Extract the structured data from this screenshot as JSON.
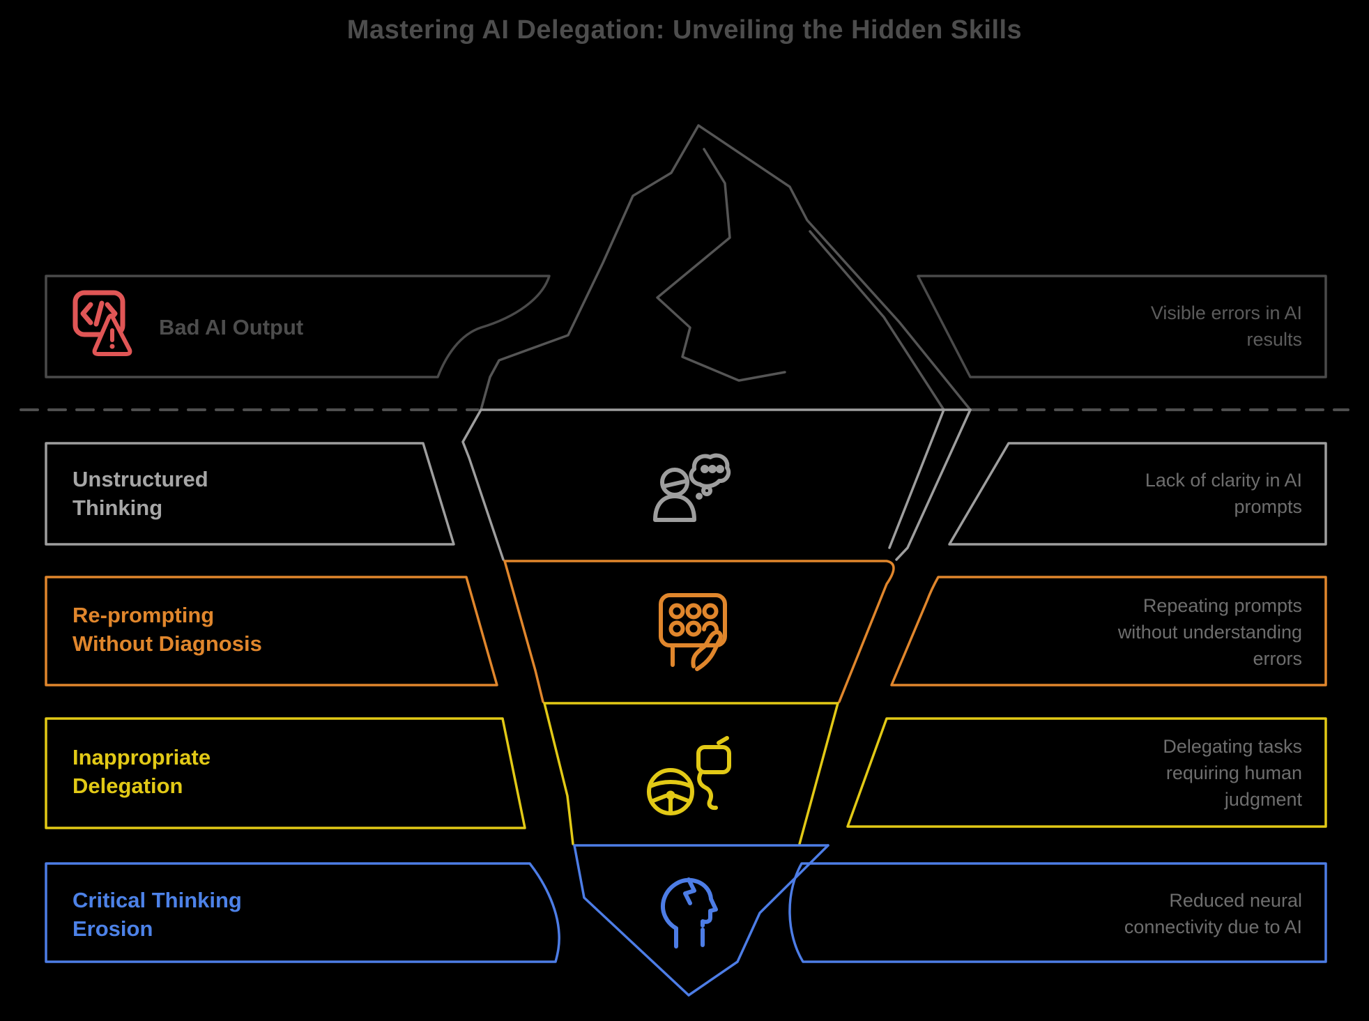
{
  "title": "Mastering AI Delegation: Unveiling the Hidden Skills",
  "waterline": {
    "style": "dashed",
    "meaning": "surface / hidden divider"
  },
  "colors": {
    "background": "#000000",
    "title_text": "#4d4d4d",
    "surface_row": "#4a4a4a",
    "gray_row": "#9e9e9e",
    "orange_row": "#e0862c",
    "yellow_row": "#e2c916",
    "blue_row": "#4d7de6",
    "alert_icon_red": "#e05656",
    "description_text": "#6e6e6e"
  },
  "rows": [
    {
      "id": "bad-ai-output",
      "position": "above-water",
      "left_label": "Bad AI Output",
      "right_text": "Visible errors in AI\nresults",
      "icon": "code-error-icon",
      "color": "#4a4a4a"
    },
    {
      "id": "unstructured-thinking",
      "position": "below-water-1",
      "left_label": "Unstructured\nThinking",
      "right_text": "Lack of clarity in AI\nprompts",
      "icon": "thinking-person-icon",
      "color": "#9e9e9e"
    },
    {
      "id": "re-prompting-without-diagnosis",
      "position": "below-water-2",
      "left_label": "Re-prompting\nWithout Diagnosis",
      "right_text": "Repeating prompts\nwithout understanding\nerrors",
      "icon": "keypad-hand-icon",
      "color": "#e0862c"
    },
    {
      "id": "inappropriate-delegation",
      "position": "below-water-3",
      "left_label": "Inappropriate\nDelegation",
      "right_text": "Delegating tasks\nrequiring human\njudgment",
      "icon": "steering-wheel-icon",
      "color": "#e2c916"
    },
    {
      "id": "critical-thinking-erosion",
      "position": "below-water-4",
      "left_label": "Critical Thinking\nErosion",
      "right_text": "Reduced neural\nconnectivity due to AI",
      "icon": "head-crack-icon",
      "color": "#4d7de6"
    }
  ]
}
